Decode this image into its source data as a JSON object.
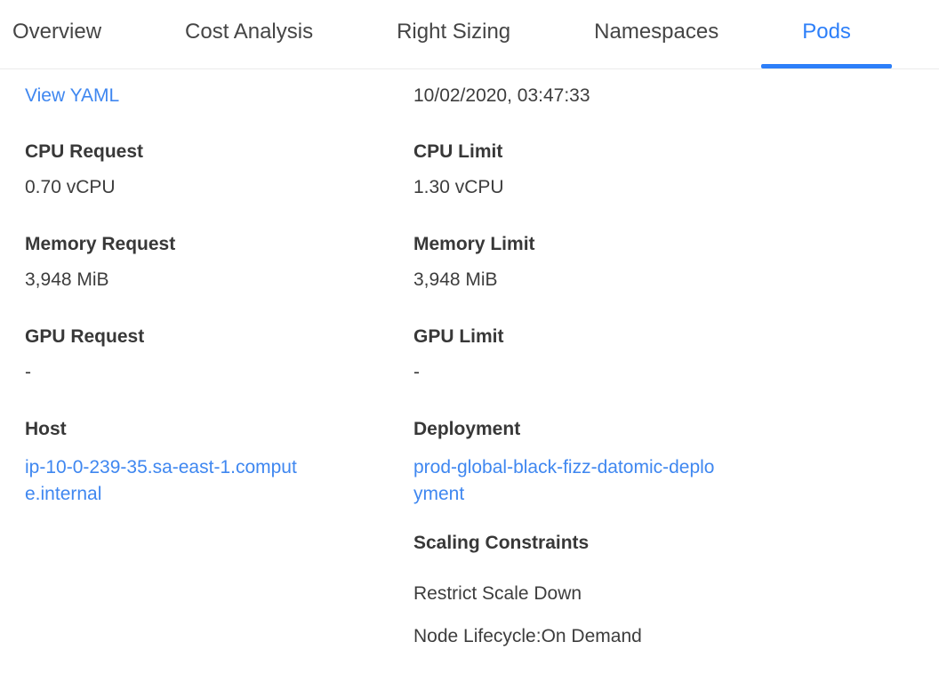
{
  "tabs": {
    "items": [
      {
        "label": "Overview",
        "active": false
      },
      {
        "label": "Cost Analysis",
        "active": false
      },
      {
        "label": "Right Sizing",
        "active": false
      },
      {
        "label": "Namespaces",
        "active": false
      },
      {
        "label": "Pods",
        "active": true
      }
    ]
  },
  "left_column": {
    "view_yaml_label": "View YAML",
    "fields": [
      {
        "label": "CPU Request",
        "value": "0.70 vCPU"
      },
      {
        "label": "Memory Request",
        "value": "3,948 MiB"
      },
      {
        "label": "GPU Request",
        "value": "-"
      },
      {
        "label": "Host",
        "value": "ip-10-0-239-35.sa-east-1.compute.internal"
      }
    ]
  },
  "right_column": {
    "timestamp": "10/02/2020, 03:47:33",
    "fields": [
      {
        "label": "CPU Limit",
        "value": "1.30 vCPU"
      },
      {
        "label": "Memory Limit",
        "value": "3,948 MiB"
      },
      {
        "label": "GPU Limit",
        "value": "-"
      },
      {
        "label": "Deployment",
        "value": "prod-global-black-fizz-datomic-deployment"
      }
    ],
    "scaling": {
      "title": "Scaling Constraints",
      "items": [
        "Restrict Scale Down",
        "Node Lifecycle:On Demand"
      ]
    }
  },
  "colors": {
    "accent": "#2d7ff9",
    "link": "#3f87f0",
    "text": "#3d3d3d",
    "divider": "#ebebeb"
  }
}
